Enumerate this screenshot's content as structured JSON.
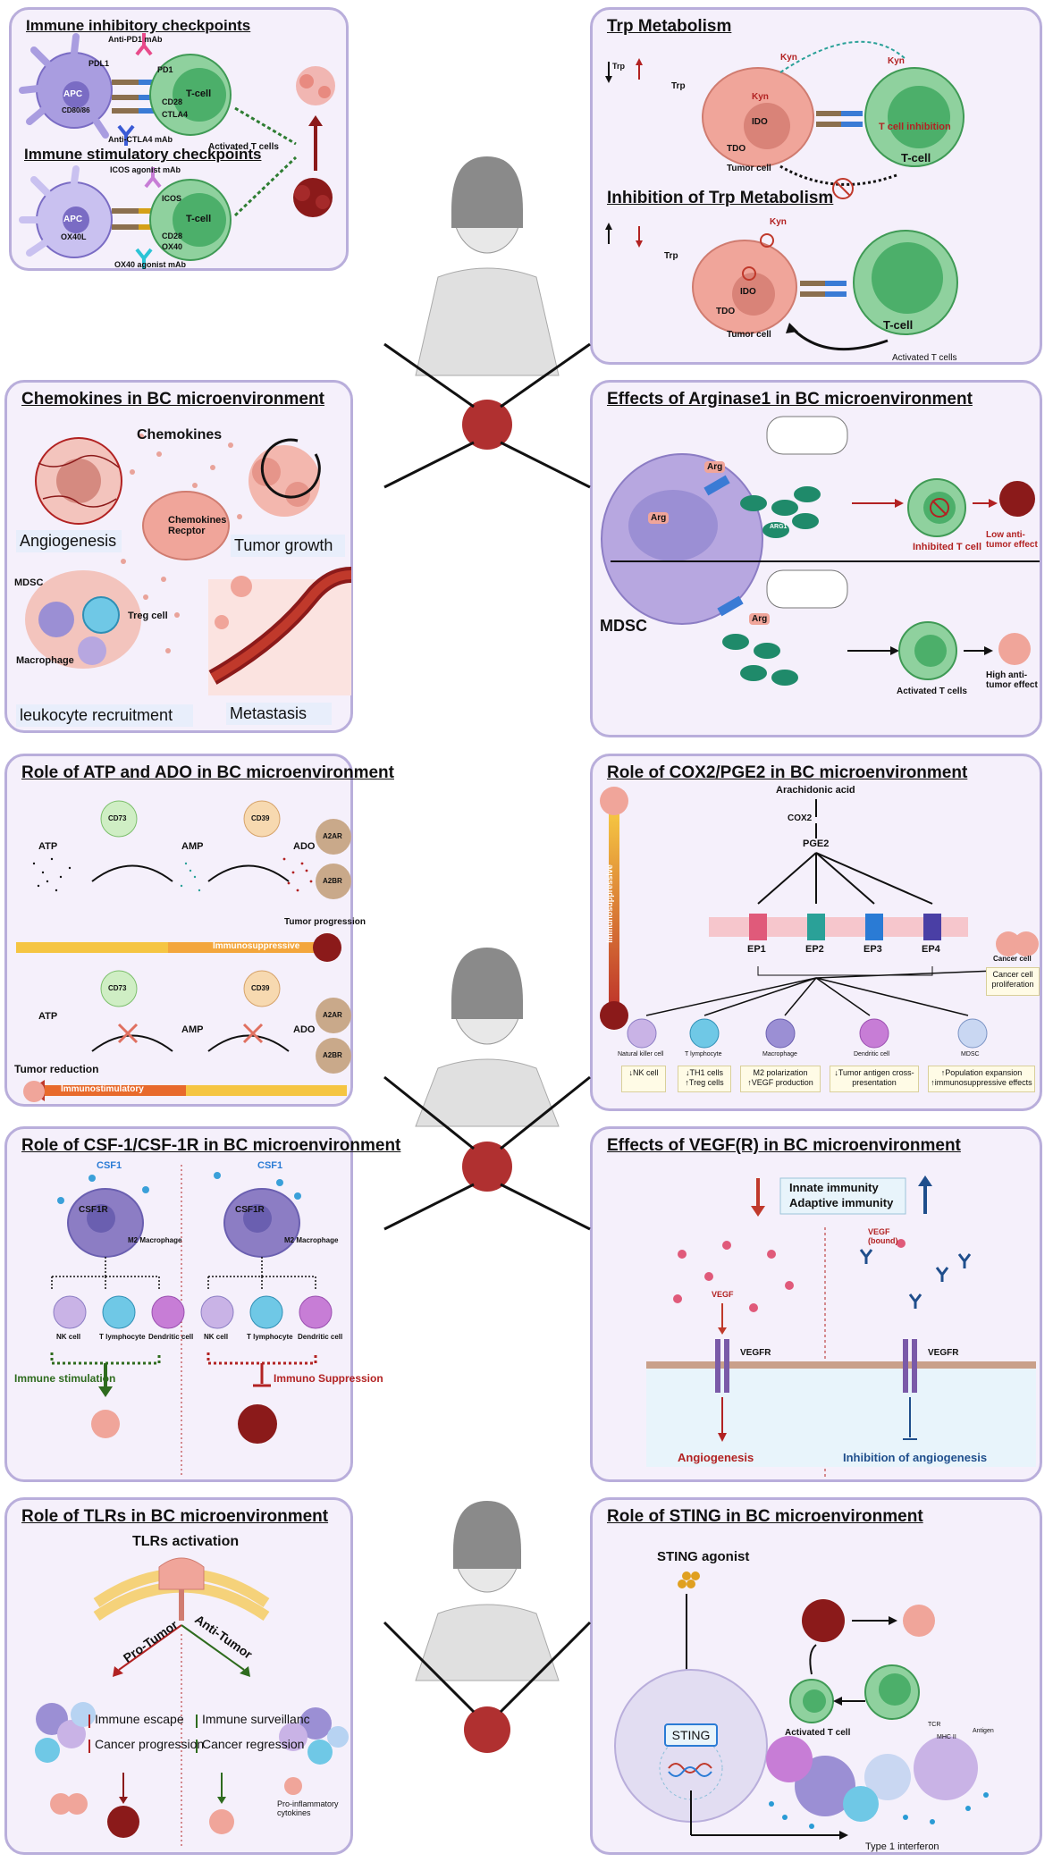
{
  "panels": {
    "checkpoints": {
      "title_inhib": "Immune inhibitory checkpoints",
      "title_stim": "Immune stimulatory checkpoints",
      "anti_pd1": "Anti-PD1 mAb",
      "pdl1": "PDL1",
      "apc": "APC",
      "cd80": "CD80/86",
      "pd1": "PD1",
      "cd28": "CD28",
      "ctla4": "CTLA4",
      "tcell": "T-cell",
      "anti_ctla4": "Anti-CTLA4 mAb",
      "activated": "Activated T cells",
      "icos_agonist": "ICOS agonist mAb",
      "icos": "ICOS",
      "ox40l": "OX40L",
      "ox40": "OX40",
      "ox40_agonist": "OX40 agonist mAb"
    },
    "trp": {
      "title": "Trp Metabolism",
      "title2": "Inhibition of Trp Metabolism",
      "trp": "Trp",
      "kyn": "Kyn",
      "ido": "IDO",
      "tdo": "TDO",
      "tumor_cell": "Tumor cell",
      "tcell": "T-cell",
      "tcell_inhibition": "T cell inhibition",
      "activated": "Activated T cells"
    },
    "chemokines": {
      "title": "Chemokines in BC microenvironment",
      "chemokines": "Chemokines",
      "receptor": "Chemokines Recptor",
      "angiogenesis": "Angiogenesis",
      "tumor_growth": "Tumor growth",
      "mdsc": "MDSC",
      "treg": "Treg cell",
      "macrophage": "Macrophage",
      "leukocyte": "leukocyte recruitment",
      "metastasis": "Metastasis"
    },
    "arginase": {
      "title": "Effects of Arginase1 in BC microenvironment",
      "arg": "Arg",
      "arg1": "ARG1",
      "inhibited": "Inhibited T cell",
      "low": "Low anti-tumor effect",
      "mdsc": "MDSC",
      "activated": "Activated T cells",
      "high": "High anti-tumor effect"
    },
    "atp": {
      "title": "Role of ATP and ADO in BC  microenvironment",
      "cd73": "CD73",
      "cd39": "CD39",
      "atp": "ATP",
      "amp": "AMP",
      "ado": "ADO",
      "a2ar": "A2AR",
      "a2br": "A2BR",
      "progression": "Tumor progression",
      "immunosuppressive": "Immunosuppressive",
      "reduction": "Tumor reduction",
      "immunostimulatory": "Immunostimulatory"
    },
    "cox2": {
      "title": "Role of COX2/PGE2  in BC  microenvironment",
      "arachidonic": "Arachidonic acid",
      "cox2": "COX2",
      "pge2": "PGE2",
      "ep": [
        "EP1",
        "EP2",
        "EP3",
        "EP4"
      ],
      "immunosuppressive": "Immunosuppressive",
      "cancer_cell": "Cancer cell",
      "proliferation": "Cancer cell proliferation",
      "cells": [
        "Natural killer cell",
        "T lymphocyte",
        "Macrophage",
        "Dendritic cell",
        "MDSC"
      ],
      "effects": [
        "↓NK cell",
        "↓TH1 cells ↑Treg cells",
        "M2 polarization ↑VEGF production",
        "↓Tumor antigen cross-presentation",
        "↑Population expansion ↑immunosuppressive effects"
      ]
    },
    "csf": {
      "title": "Role of CSF-1/CSF-1R  in BC  microenvironment",
      "csf1": "CSF1",
      "csf1r": "CSF1R",
      "m2": "M2 Macrophage",
      "nk": "NK cell",
      "tl": "T lymphocyte",
      "dc": "Dendritic cell",
      "stim": "Immune stimulation",
      "supp": "Immuno Suppression"
    },
    "vegf": {
      "title": "Effects of VEGF(R) in BC  microenvironment",
      "innate": "Innate immunity",
      "adaptive": "Adaptive immunity",
      "vegf": "VEGF",
      "vegf_bound": "VEGF (bound)",
      "vegfr": "VEGFR",
      "angio": "Angiogenesis",
      "inhib": "Inhibition of angiogenesis"
    },
    "tlr": {
      "title": "Role of TLRs  in BC  microenvironment",
      "activation": "TLRs activation",
      "pro": "Pro-Tumor",
      "anti": "Anti-Tumor",
      "escape": "Immune escape",
      "progression": "Cancer progression",
      "surveillance": "Immune surveillanc",
      "regression": "Cancer regression",
      "cytokines": "Pro-inflammatory cytokines"
    },
    "sting": {
      "title": "Role of STING  in BC  microenvironment",
      "agonist": "STING agonist",
      "sting": "STING",
      "activated": "Activated T cell",
      "tcr": "TCR",
      "mhc": "MHC II",
      "antigen": "Antigen",
      "ifn": "Type 1 interferon"
    }
  },
  "colors": {
    "panel_bg": "#f5f0fb",
    "panel_border": "#b9aedb",
    "tumor": "#c0392b",
    "tcell": "#5cb85c",
    "red_text": "#b22222",
    "green_text": "#2e6b1e"
  }
}
